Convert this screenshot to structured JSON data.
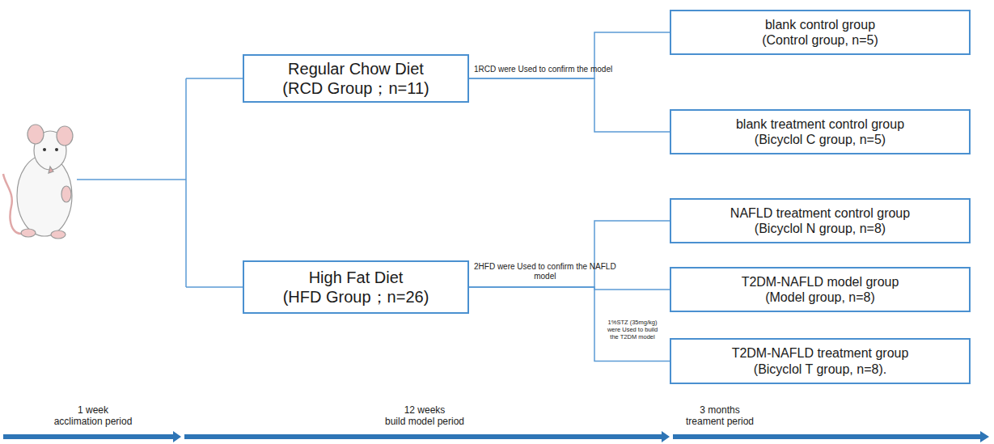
{
  "diagram": {
    "nodes": [
      {
        "text": [
          "Regular Chow Diet (RCD Group；n=11)"
        ]
      },
      {
        "text": [
          "High Fat Diet (HFD Group；n=26)"
        ]
      },
      {
        "text": [
          "blank control group (Control group, n=5)"
        ]
      },
      {
        "text": [
          "blank treatment control group (Bicyclol C group, n=5)"
        ]
      },
      {
        "text": [
          "NAFLD treatment control group (Bicyclol N group, n=8)"
        ]
      },
      {
        "text": [
          "T2DM-NAFLD model group (Model group, n=8)"
        ]
      },
      {
        "text": [
          "T2DM-NAFLD treatment group (Bicyclol T group, n=8)."
        ]
      }
    ],
    "edges": [
      {
        "from": 0,
        "to": 2,
        "arrow": "none",
        "label": "1RCD were Used to confirm the model"
      },
      {
        "from": 0,
        "to": 3,
        "arrow": "none"
      },
      {
        "from": 1,
        "to": 4,
        "arrow": "none",
        "label": "2HFD were Used to confirm the NAFLD model"
      },
      {
        "from": 1,
        "to": 5,
        "arrow": "none",
        "label": "1%STZ (35mg/kg) were Used to build the T2DM model"
      },
      {
        "from": 1,
        "to": 6,
        "arrow": "none"
      }
    ],
    "labels": [
      "1 week acclimation period",
      "12 weeks build model period",
      "3 months treament period"
    ]
  }
}
